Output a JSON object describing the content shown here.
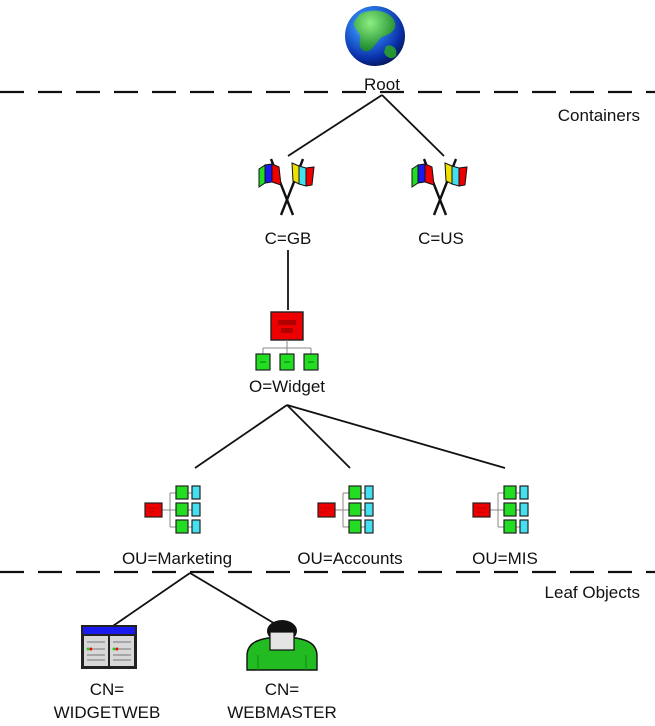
{
  "sections": {
    "containers": "Containers",
    "leaf_objects": "Leaf Objects"
  },
  "nodes": {
    "root": {
      "label": "Root",
      "icon": "globe-icon"
    },
    "c_gb": {
      "label": "C=GB",
      "icon": "flags-icon"
    },
    "c_us": {
      "label": "C=US",
      "icon": "flags-icon"
    },
    "o_widget": {
      "label": "O=Widget",
      "icon": "organization-icon"
    },
    "ou_marketing": {
      "label": "OU=Marketing",
      "icon": "org-unit-icon"
    },
    "ou_accounts": {
      "label": "OU=Accounts",
      "icon": "org-unit-icon"
    },
    "ou_mis": {
      "label": "OU=MIS",
      "icon": "org-unit-icon"
    },
    "cn_widgetweb": {
      "label_line1": "CN=",
      "label_line2": "WIDGETWEB",
      "icon": "web-server-icon"
    },
    "cn_webmaster": {
      "label_line1": "CN=",
      "label_line2": "WEBMASTER",
      "icon": "user-icon"
    }
  },
  "edges": [
    [
      "root",
      "c_gb"
    ],
    [
      "root",
      "c_us"
    ],
    [
      "c_gb",
      "o_widget"
    ],
    [
      "o_widget",
      "ou_marketing"
    ],
    [
      "o_widget",
      "ou_accounts"
    ],
    [
      "o_widget",
      "ou_mis"
    ],
    [
      "ou_marketing",
      "cn_widgetweb"
    ],
    [
      "ou_marketing",
      "cn_webmaster"
    ]
  ],
  "colors": {
    "line": "#111111",
    "red": "#ee0000",
    "green": "#22dd22",
    "cyan": "#44e0f0",
    "blue": "#1a1aee",
    "yellow": "#f0e000",
    "person_green": "#22bb22"
  }
}
